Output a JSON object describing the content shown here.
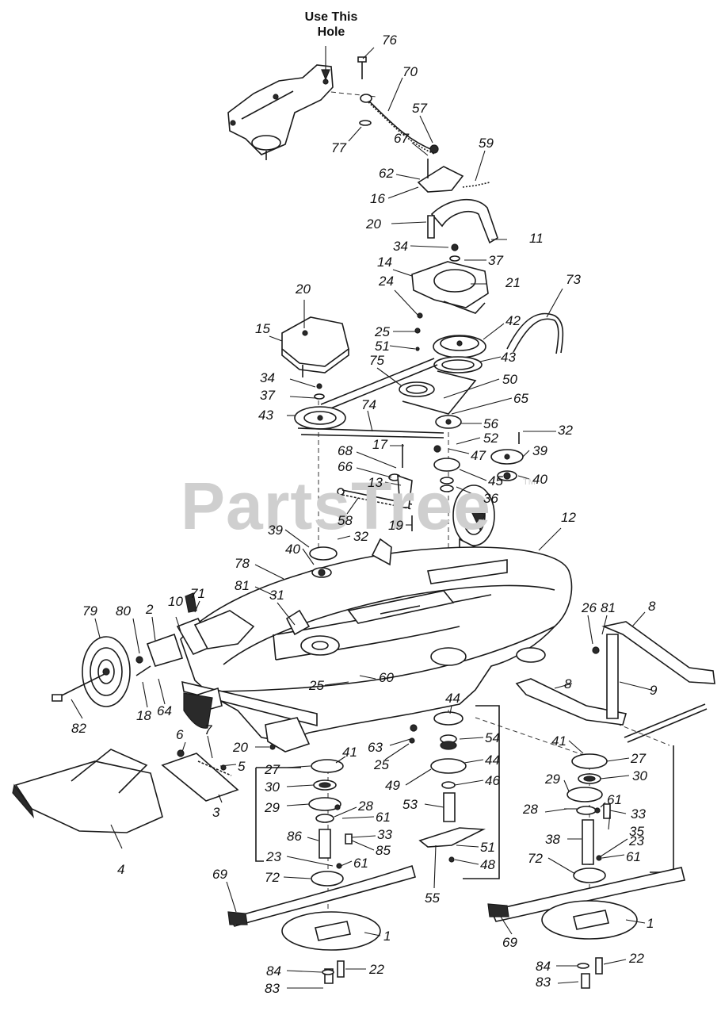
{
  "header": {
    "line1": "Use This",
    "line2": "Hole"
  },
  "watermark": {
    "text": "PartsTree",
    "trademark": "TM"
  },
  "callouts": [
    {
      "id": "c76",
      "text": "76"
    },
    {
      "id": "c70",
      "text": "70"
    },
    {
      "id": "c57",
      "text": "57"
    },
    {
      "id": "c67",
      "text": "67"
    },
    {
      "id": "c77",
      "text": "77"
    },
    {
      "id": "c59",
      "text": "59"
    },
    {
      "id": "c62",
      "text": "62"
    },
    {
      "id": "c16",
      "text": "16"
    },
    {
      "id": "c20a",
      "text": "20"
    },
    {
      "id": "c11",
      "text": "11"
    },
    {
      "id": "c34a",
      "text": "34"
    },
    {
      "id": "c37a",
      "text": "37"
    },
    {
      "id": "c14",
      "text": "14"
    },
    {
      "id": "c21",
      "text": "21"
    },
    {
      "id": "c24",
      "text": "24"
    },
    {
      "id": "c73",
      "text": "73"
    },
    {
      "id": "c20b",
      "text": "20"
    },
    {
      "id": "c15",
      "text": "15"
    },
    {
      "id": "c25a",
      "text": "25"
    },
    {
      "id": "c51a",
      "text": "51"
    },
    {
      "id": "c42",
      "text": "42"
    },
    {
      "id": "c43a",
      "text": "43"
    },
    {
      "id": "c75",
      "text": "75"
    },
    {
      "id": "c50",
      "text": "50"
    },
    {
      "id": "c34b",
      "text": "34"
    },
    {
      "id": "c37b",
      "text": "37"
    },
    {
      "id": "c65",
      "text": "65"
    },
    {
      "id": "c43b",
      "text": "43"
    },
    {
      "id": "c74",
      "text": "74"
    },
    {
      "id": "c56",
      "text": "56"
    },
    {
      "id": "c32a",
      "text": "32"
    },
    {
      "id": "c52",
      "text": "52"
    },
    {
      "id": "c17",
      "text": "17"
    },
    {
      "id": "c47",
      "text": "47"
    },
    {
      "id": "c39a",
      "text": "39"
    },
    {
      "id": "c68",
      "text": "68"
    },
    {
      "id": "c66",
      "text": "66"
    },
    {
      "id": "c45",
      "text": "45"
    },
    {
      "id": "c40a",
      "text": "40"
    },
    {
      "id": "c13",
      "text": "13"
    },
    {
      "id": "c36",
      "text": "36"
    },
    {
      "id": "c58",
      "text": "58"
    },
    {
      "id": "c19",
      "text": "19"
    },
    {
      "id": "c12",
      "text": "12"
    },
    {
      "id": "c39b",
      "text": "39"
    },
    {
      "id": "c32b",
      "text": "32"
    },
    {
      "id": "c40b",
      "text": "40"
    },
    {
      "id": "c78",
      "text": "78"
    },
    {
      "id": "c81a",
      "text": "81"
    },
    {
      "id": "c31",
      "text": "31"
    },
    {
      "id": "c79",
      "text": "79"
    },
    {
      "id": "c80",
      "text": "80"
    },
    {
      "id": "c2",
      "text": "2"
    },
    {
      "id": "c10",
      "text": "10"
    },
    {
      "id": "c71",
      "text": "71"
    },
    {
      "id": "c26",
      "text": "26"
    },
    {
      "id": "c81b",
      "text": "81"
    },
    {
      "id": "c8a",
      "text": "8"
    },
    {
      "id": "c25b",
      "text": "25"
    },
    {
      "id": "c60",
      "text": "60"
    },
    {
      "id": "c82",
      "text": "82"
    },
    {
      "id": "c18",
      "text": "18"
    },
    {
      "id": "c64",
      "text": "64"
    },
    {
      "id": "c8b",
      "text": "8"
    },
    {
      "id": "c9",
      "text": "9"
    },
    {
      "id": "c44a",
      "text": "44"
    },
    {
      "id": "c6",
      "text": "6"
    },
    {
      "id": "c7",
      "text": "7"
    },
    {
      "id": "c20c",
      "text": "20"
    },
    {
      "id": "c41a",
      "text": "41"
    },
    {
      "id": "c63",
      "text": "63"
    },
    {
      "id": "c54",
      "text": "54"
    },
    {
      "id": "c5",
      "text": "5"
    },
    {
      "id": "c27a",
      "text": "27"
    },
    {
      "id": "c25c",
      "text": "25"
    },
    {
      "id": "c44b",
      "text": "44"
    },
    {
      "id": "c41b",
      "text": "41"
    },
    {
      "id": "c27b",
      "text": "27"
    },
    {
      "id": "c30a",
      "text": "30"
    },
    {
      "id": "c49",
      "text": "49"
    },
    {
      "id": "c46",
      "text": "46"
    },
    {
      "id": "c29a",
      "text": "29"
    },
    {
      "id": "c28a",
      "text": "28"
    },
    {
      "id": "c30b",
      "text": "30"
    },
    {
      "id": "c3",
      "text": "3"
    },
    {
      "id": "c61a",
      "text": "61"
    },
    {
      "id": "c53",
      "text": "53"
    },
    {
      "id": "c29b",
      "text": "29"
    },
    {
      "id": "c61b",
      "text": "61"
    },
    {
      "id": "c33a",
      "text": "33"
    },
    {
      "id": "c86",
      "text": "86"
    },
    {
      "id": "c85",
      "text": "85"
    },
    {
      "id": "c28b",
      "text": "28"
    },
    {
      "id": "c33b",
      "text": "33"
    },
    {
      "id": "c4",
      "text": "4"
    },
    {
      "id": "c51b",
      "text": "51"
    },
    {
      "id": "c35",
      "text": "35"
    },
    {
      "id": "c38",
      "text": "38"
    },
    {
      "id": "c23a",
      "text": "23"
    },
    {
      "id": "c61c",
      "text": "61"
    },
    {
      "id": "c23b",
      "text": "23"
    },
    {
      "id": "c48",
      "text": "48"
    },
    {
      "id": "c61d",
      "text": "61"
    },
    {
      "id": "c69a",
      "text": "69"
    },
    {
      "id": "c72a",
      "text": "72"
    },
    {
      "id": "c72b",
      "text": "72"
    },
    {
      "id": "c55",
      "text": "55"
    },
    {
      "id": "c1a",
      "text": "1"
    },
    {
      "id": "c1b",
      "text": "1"
    },
    {
      "id": "c69b",
      "text": "69"
    },
    {
      "id": "c84a",
      "text": "84"
    },
    {
      "id": "c22a",
      "text": "22"
    },
    {
      "id": "c84b",
      "text": "84"
    },
    {
      "id": "c22b",
      "text": "22"
    },
    {
      "id": "c83a",
      "text": "83"
    },
    {
      "id": "c83b",
      "text": "83"
    }
  ]
}
